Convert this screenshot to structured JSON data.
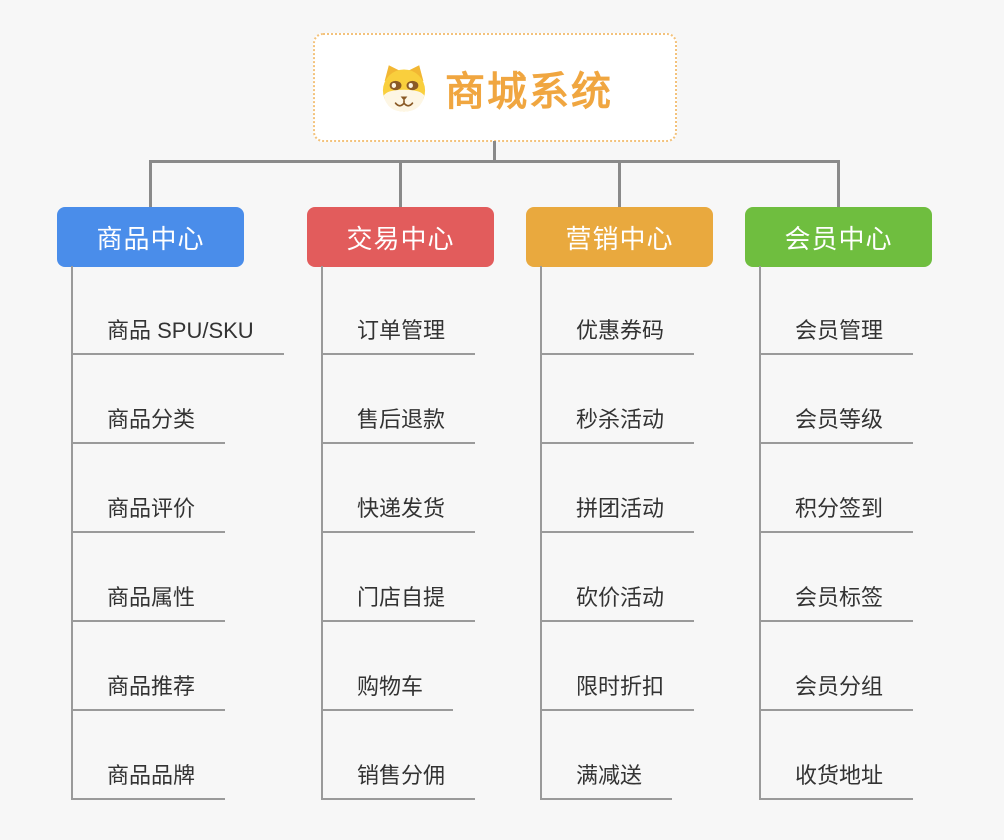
{
  "root": {
    "title": "商城系统",
    "title_color": "#f0a640",
    "icon": "shiba-dog-icon"
  },
  "branches": [
    {
      "label": "商品中心",
      "color": "#4a8dea",
      "children": [
        "商品 SPU/SKU",
        "商品分类",
        "商品评价",
        "商品属性",
        "商品推荐",
        "商品品牌"
      ]
    },
    {
      "label": "交易中心",
      "color": "#e25c5c",
      "children": [
        "订单管理",
        "售后退款",
        "快递发货",
        "门店自提",
        "购物车",
        "销售分佣"
      ]
    },
    {
      "label": "营销中心",
      "color": "#e9a93e",
      "children": [
        "优惠券码",
        "秒杀活动",
        "拼团活动",
        "砍价活动",
        "限时折扣",
        "满减送"
      ]
    },
    {
      "label": "会员中心",
      "color": "#6fbe3f",
      "children": [
        "会员管理",
        "会员等级",
        "积分签到",
        "会员标签",
        "会员分组",
        "收货地址"
      ]
    }
  ],
  "connector_color": "#8a8a8a"
}
